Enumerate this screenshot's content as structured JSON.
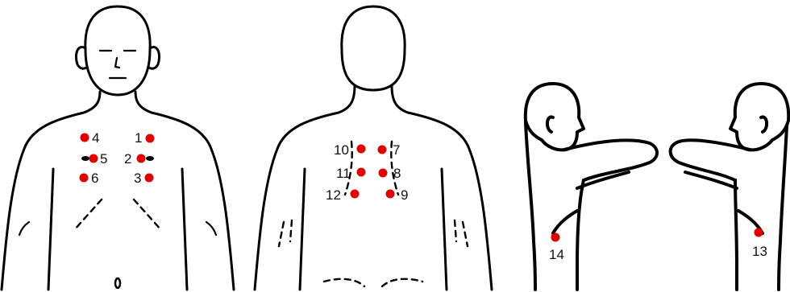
{
  "colors": {
    "marker": "#e00000",
    "outline": "#000000",
    "background": "#ffffff"
  },
  "figures": [
    {
      "view": "anterior",
      "points": [
        {
          "id": "1",
          "label": "1"
        },
        {
          "id": "2",
          "label": "2"
        },
        {
          "id": "3",
          "label": "3"
        },
        {
          "id": "4",
          "label": "4"
        },
        {
          "id": "5",
          "label": "5"
        },
        {
          "id": "6",
          "label": "6"
        }
      ]
    },
    {
      "view": "posterior",
      "points": [
        {
          "id": "7",
          "label": "7"
        },
        {
          "id": "8",
          "label": "8"
        },
        {
          "id": "9",
          "label": "9"
        },
        {
          "id": "10",
          "label": "10"
        },
        {
          "id": "11",
          "label": "11"
        },
        {
          "id": "12",
          "label": "12"
        }
      ]
    },
    {
      "view": "lateral-right",
      "points": [
        {
          "id": "14",
          "label": "14"
        }
      ]
    },
    {
      "view": "lateral-left",
      "points": [
        {
          "id": "13",
          "label": "13"
        }
      ]
    }
  ]
}
